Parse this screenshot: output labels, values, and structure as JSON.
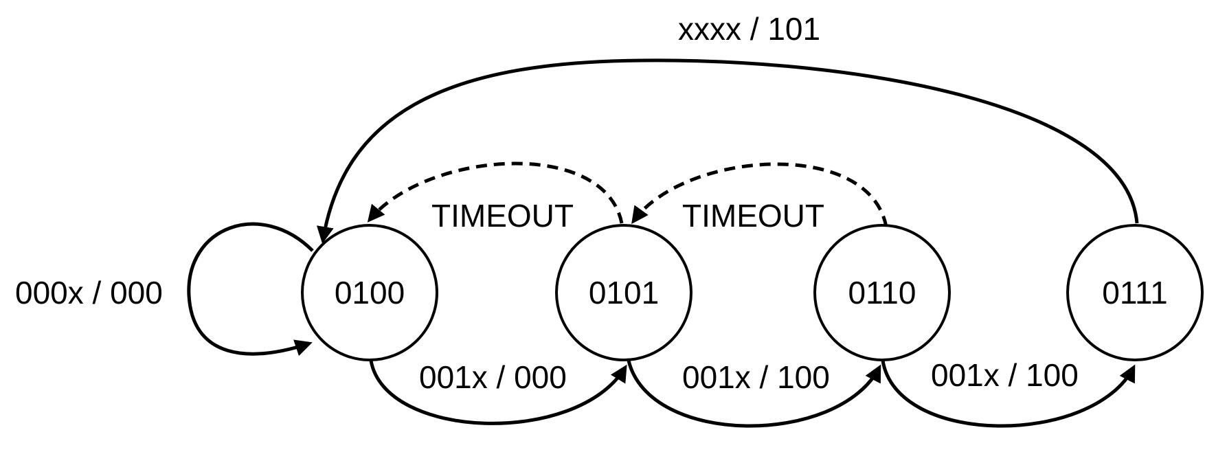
{
  "states": [
    {
      "id": "s0100",
      "label": "0100"
    },
    {
      "id": "s0101",
      "label": "0101"
    },
    {
      "id": "s0110",
      "label": "0110"
    },
    {
      "id": "s0111",
      "label": "0111"
    }
  ],
  "transitions": [
    {
      "from": "0100",
      "to": "0100",
      "label": "000x / 000",
      "style": "solid"
    },
    {
      "from": "0100",
      "to": "0101",
      "label": "001x / 000",
      "style": "solid"
    },
    {
      "from": "0101",
      "to": "0110",
      "label": "001x / 100",
      "style": "solid"
    },
    {
      "from": "0110",
      "to": "0111",
      "label": "001x / 100",
      "style": "solid"
    },
    {
      "from": "0111",
      "to": "0100",
      "label": "xxxx / 101",
      "style": "solid"
    },
    {
      "from": "0101",
      "to": "0100",
      "label": "TIMEOUT",
      "style": "dashed"
    },
    {
      "from": "0110",
      "to": "0101",
      "label": "TIMEOUT",
      "style": "dashed"
    }
  ],
  "colors": {
    "stroke": "#000000",
    "background": "#ffffff"
  }
}
